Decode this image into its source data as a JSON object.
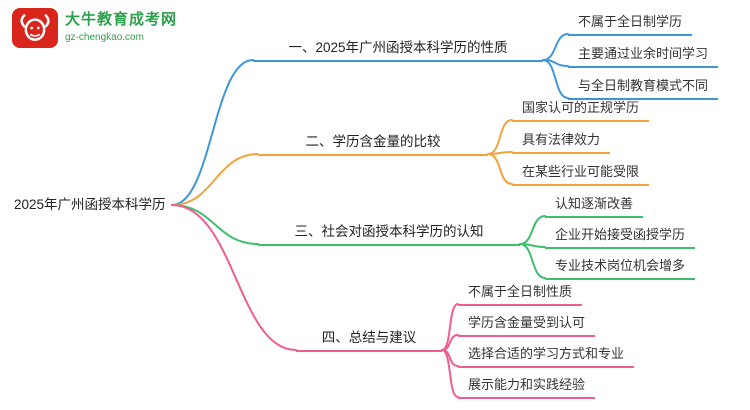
{
  "logo": {
    "brand": "大牛教育成考网",
    "domain": "gz-chengkao.com",
    "icon": "bull-icon",
    "brand_color": "#2DA04D",
    "badge_color": "#DA251C"
  },
  "root": {
    "label": "2025年广州函授本科学历"
  },
  "branches": [
    {
      "label": "一、2025年广州函授本科学历的性质",
      "color": "#3D96DC",
      "children": [
        "不属于全日制学历",
        "主要通过业余时间学习",
        "与全日制教育模式不同"
      ]
    },
    {
      "label": "二、学历含金量的比较",
      "color": "#F2A33C",
      "children": [
        "国家认可的正规学历",
        "具有法律效力",
        "在某些行业可能受限"
      ]
    },
    {
      "label": "三、社会对函授本科学历的认知",
      "color": "#3FBE6E",
      "children": [
        "认知逐渐改善",
        "企业开始接受函授学历",
        "专业技术岗位机会增多"
      ]
    },
    {
      "label": "四、总结与建议",
      "color": "#EE5E8F",
      "children": [
        "不属于全日制性质",
        "学历含金量受到认可",
        "选择合适的学习方式和专业",
        "展示能力和实践经验"
      ]
    }
  ]
}
